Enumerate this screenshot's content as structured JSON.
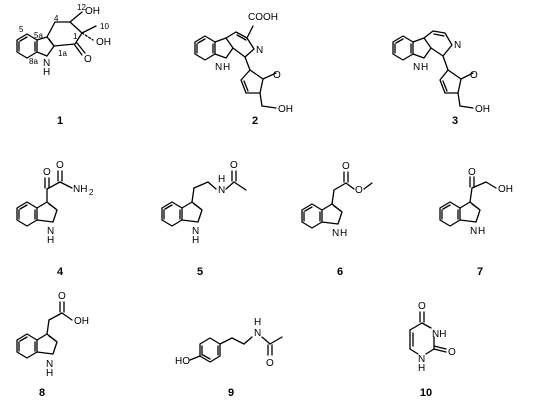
{
  "compounds": [
    {
      "number": "1",
      "locants": [
        "12",
        "10",
        "1",
        "4",
        "5",
        "5a",
        "8a",
        "1a"
      ],
      "atoms": [
        "OH",
        "OH",
        "O",
        "N",
        "H"
      ]
    },
    {
      "number": "2",
      "atoms": [
        "COOH",
        "N",
        "N",
        "H",
        "O",
        "OH"
      ]
    },
    {
      "number": "3",
      "atoms": [
        "N",
        "N",
        "H",
        "O",
        "OH"
      ]
    },
    {
      "number": "4",
      "atoms": [
        "O",
        "O",
        "NH",
        "2",
        "N",
        "H"
      ]
    },
    {
      "number": "5",
      "atoms": [
        "H",
        "N",
        "O",
        "N",
        "H"
      ]
    },
    {
      "number": "6",
      "atoms": [
        "O",
        "O",
        "N",
        "H"
      ]
    },
    {
      "number": "7",
      "atoms": [
        "O",
        "OH",
        "N",
        "H"
      ]
    },
    {
      "number": "8",
      "atoms": [
        "O",
        "OH",
        "N",
        "H"
      ]
    },
    {
      "number": "9",
      "atoms": [
        "HO",
        "H",
        "N",
        "O"
      ]
    },
    {
      "number": "10",
      "atoms": [
        "O",
        "NH",
        "O",
        "N",
        "H"
      ]
    }
  ]
}
